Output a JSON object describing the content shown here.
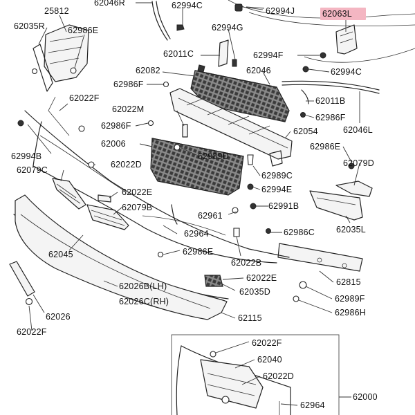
{
  "highlight_color": "#f4b6c2",
  "labels": {
    "l_25812": "25812",
    "l_62046R": "62046R",
    "l_62994C_a": "62994C",
    "l_62994J": "62994J",
    "l_62063L": "62063L",
    "l_62035R": "62035R",
    "l_62986E_a": "62986E",
    "l_62994G": "62994G",
    "l_62011C": "62011C",
    "l_62994F": "62994F",
    "l_62082": "62082",
    "l_62046": "62046",
    "l_62994C_b": "62994C",
    "l_62986F_a": "62986F",
    "l_62022F_a": "62022F",
    "l_62011B": "62011B",
    "l_62022M": "62022M",
    "l_62986F_b": "62986F",
    "l_62986F_c": "62986F",
    "l_62046L": "62046L",
    "l_62054": "62054",
    "l_62006": "62006",
    "l_62989D": "62989D",
    "l_62986E_b": "62986E",
    "l_62994B": "62994B",
    "l_62022D_a": "62022D",
    "l_62079D": "62079D",
    "l_62079C": "62079C",
    "l_62989C": "62989C",
    "l_62022E_a": "62022E",
    "l_62994E": "62994E",
    "l_62079B": "62079B",
    "l_62991B": "62991B",
    "l_62961": "62961",
    "l_62035L": "62035L",
    "l_62964_a": "62964",
    "l_62986C": "62986C",
    "l_62045": "62045",
    "l_62986E_c": "62986E",
    "l_62022B": "62022B",
    "l_62022E_b": "62022E",
    "l_62815": "62815",
    "l_62026B": "62026B(LH)",
    "l_62035D": "62035D",
    "l_62026C": "62026C(RH)",
    "l_62989F": "62989F",
    "l_62986H": "62986H",
    "l_62026": "62026",
    "l_62115": "62115",
    "l_62022F_b": "62022F",
    "l_62022F_c": "62022F",
    "l_62040": "62040",
    "l_62022D_b": "62022D",
    "l_62964_b": "62964",
    "l_62000": "62000"
  }
}
